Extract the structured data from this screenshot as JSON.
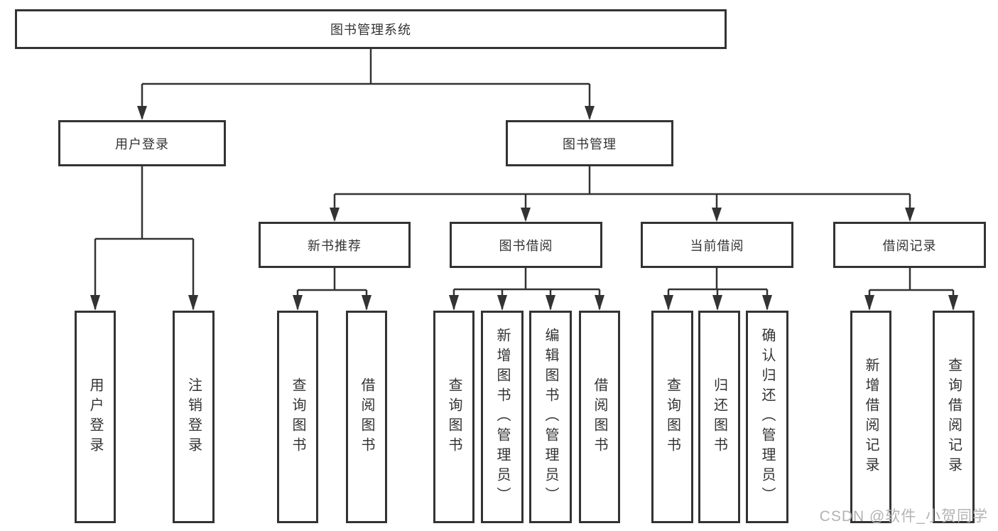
{
  "diagram": {
    "root_label": "图书管理系统",
    "branches": [
      {
        "label": "用户登录",
        "children": [
          "用户登录",
          "注销登录"
        ]
      },
      {
        "label": "图书管理",
        "sections": [
          {
            "label": "新书推荐",
            "children": [
              "查询图书",
              "借阅图书"
            ]
          },
          {
            "label": "图书借阅",
            "children": [
              "查询图书",
              "新增图书（管理员）",
              "编辑图书（管理员）",
              "借阅图书"
            ]
          },
          {
            "label": "当前借阅",
            "children": [
              "查询图书",
              "归还图书",
              "确认归还（管理员）"
            ]
          },
          {
            "label": "借阅记录",
            "children": [
              "新增借阅记录",
              "查询借阅记录"
            ]
          }
        ]
      }
    ],
    "colors": {
      "line": "#333333",
      "box_border": "#333333",
      "text": "#333333",
      "background": "#ffffff",
      "watermark": "#b3b3b3"
    },
    "watermark": "CSDN @软件_小贺同学"
  }
}
